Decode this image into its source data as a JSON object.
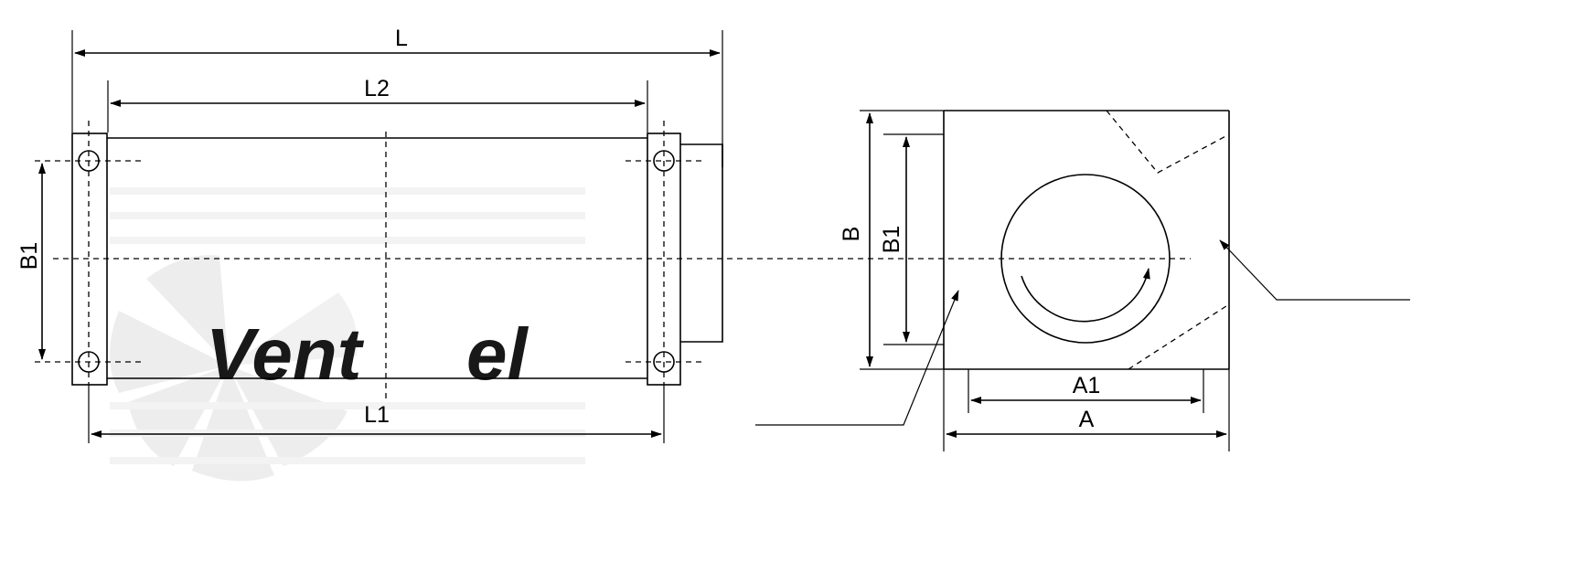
{
  "watermark": {
    "brand": "Ventel",
    "colors": {
      "gray": "#d0d0d0",
      "blue": "#cfe3f3",
      "fan": "#e9e9e9"
    }
  },
  "side_view": {
    "labels": {
      "L": "L",
      "L2": "L2",
      "L1": "L1",
      "B1": "B1"
    }
  },
  "front_view": {
    "labels": {
      "B": "B",
      "B1": "B1",
      "A1": "A1",
      "A": "A"
    }
  }
}
